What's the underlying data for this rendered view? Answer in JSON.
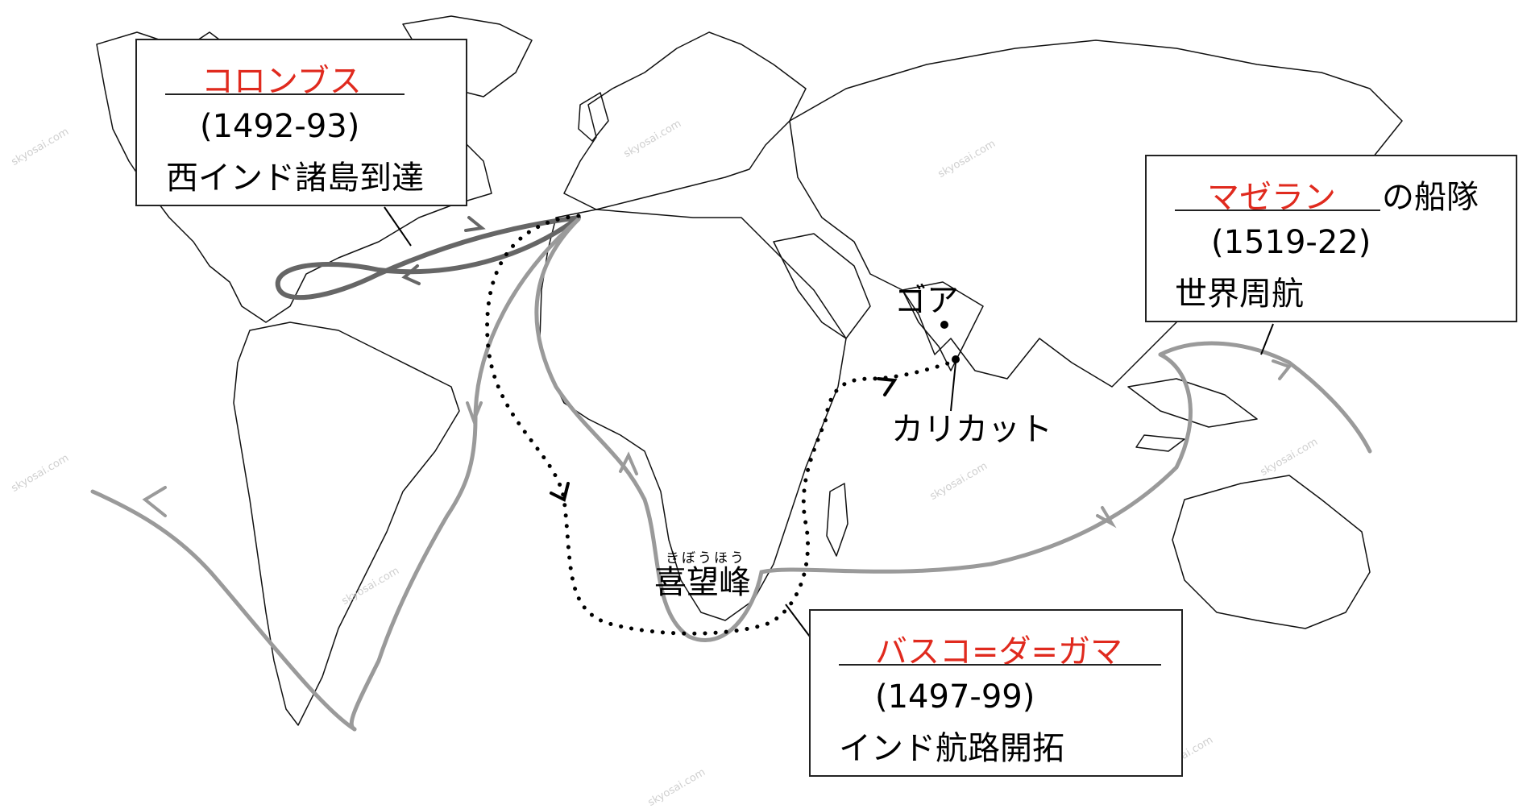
{
  "map": {
    "watermark": "skyosai.com",
    "colors": {
      "columbus": "#666666",
      "magellan": "#9a9a9a",
      "gama": "#000000",
      "coast": "#111111",
      "highlight": "#e02a1e"
    }
  },
  "callouts": {
    "columbus": {
      "name": "コロンブス",
      "years": "(1492-93)",
      "desc": "西インド諸島到達"
    },
    "magellan": {
      "name": "マゼラン",
      "suffix": "の船隊",
      "years": "(1519-22)",
      "desc": "世界周航"
    },
    "gama": {
      "name": "バスコ=ダ=ガマ",
      "years": "(1497-99)",
      "desc": "インド航路開拓"
    }
  },
  "places": {
    "goa": "ゴア",
    "calicut": "カリカット",
    "cape": {
      "label": "喜望峰",
      "ruby": "きぼうほう"
    }
  }
}
